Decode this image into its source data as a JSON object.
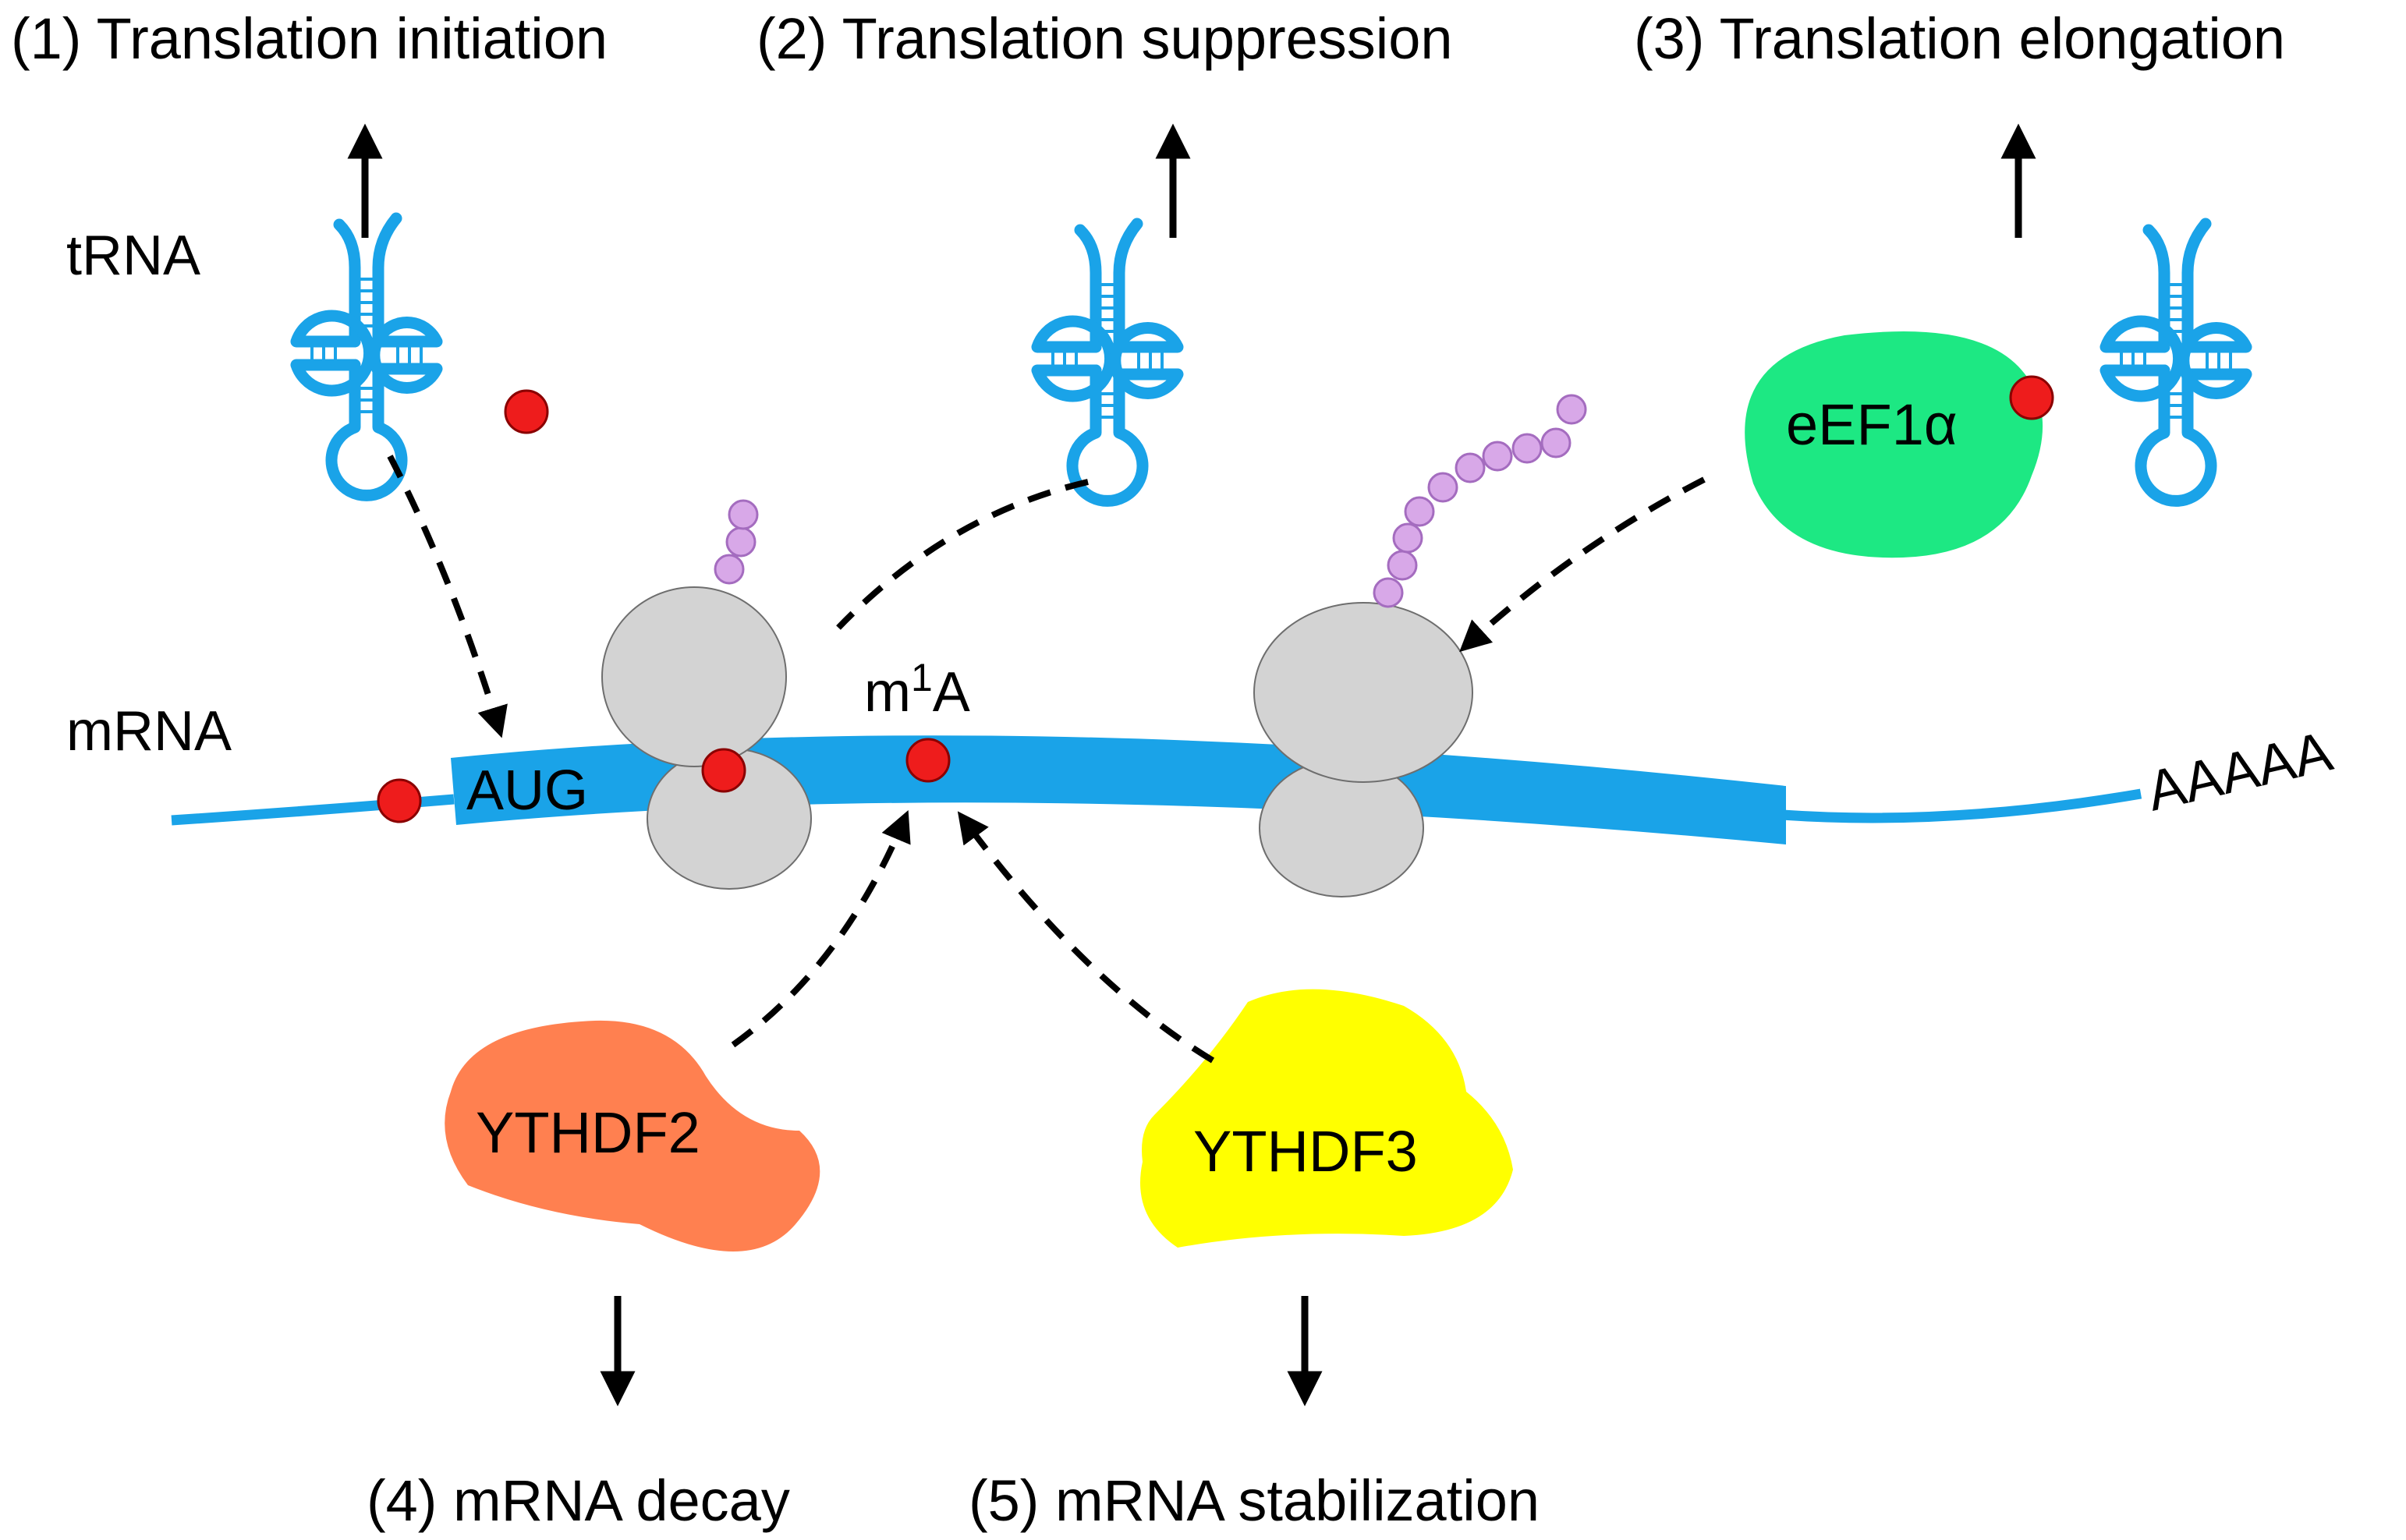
{
  "outcomes": {
    "translation_initiation": "(1) Translation initiation",
    "translation_suppression": "(2) Translation suppression",
    "translation_elongation": "(3) Translation elongation",
    "mrna_decay": "(4) mRNA decay",
    "mrna_stabilization": "(5) mRNA stabilization"
  },
  "labels": {
    "trna": "tRNA",
    "mrna": "mRNA",
    "aug": "AUG",
    "m1a_base": "m",
    "m1a_superscript": "1",
    "m1a_suffix": "A",
    "poly_a": "AAAAA"
  },
  "proteins": {
    "eef1a": "eEF1α",
    "ythdf2": "YTHDF2",
    "ythdf3": "YTHDF3"
  },
  "colors": {
    "rna_blue": "#1aa3e8",
    "m1a_red": "#ee1c1c",
    "ribosome_gray": "#d3d3d3",
    "peptide_purple": "#d8a8e8",
    "eef1a_green": "#1de883",
    "ythdf2_orange": "#ff8050",
    "ythdf3_yellow": "#ffff00"
  }
}
